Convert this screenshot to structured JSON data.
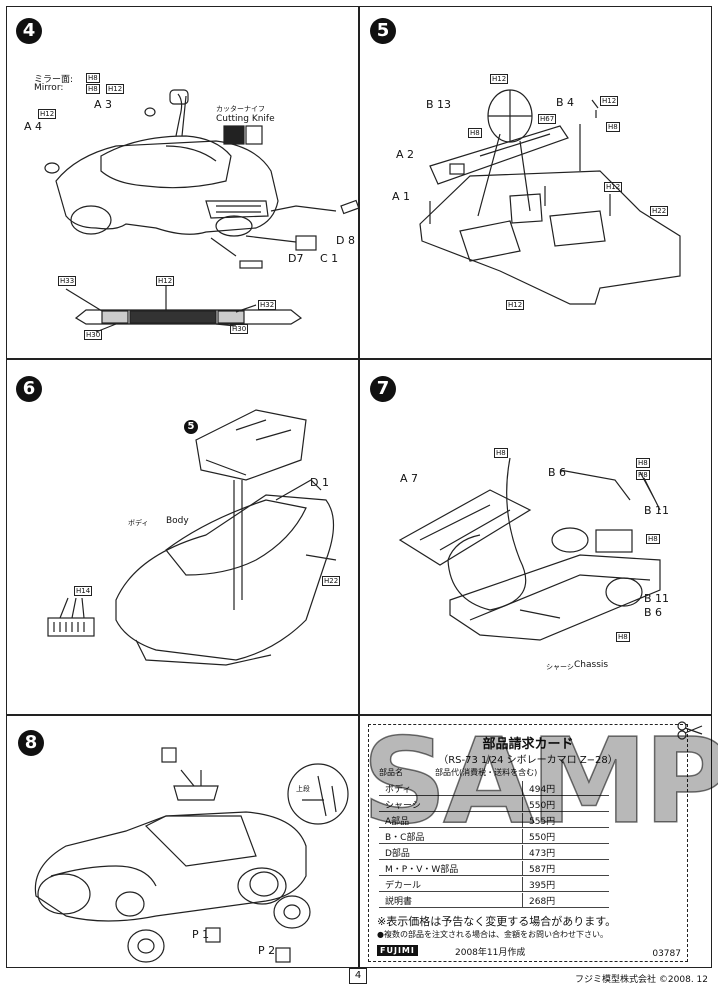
{
  "steps": {
    "s4": {
      "number": "4",
      "mirror_jp": "ミラー面:",
      "mirror_en": "Mirror:",
      "h8": "H8",
      "h12": "H12",
      "a3": "A 3",
      "a4": "A 4",
      "cutting_jp": "カッターナイフ",
      "cutting_en": "Cutting Knife",
      "d8": "D 8",
      "d7": "D7",
      "c1": "C 1",
      "h33": "H33",
      "h32": "H32",
      "h30": "H30"
    },
    "s5": {
      "number": "5",
      "h12": "H12",
      "b13": "B 13",
      "h8": "H8",
      "h67": "H67",
      "b4": "B 4",
      "a2": "A 2",
      "a1": "A 1",
      "h22": "H22"
    },
    "s6": {
      "number": "6",
      "ref": "5",
      "d1": "D 1",
      "body_jp": "ボディ",
      "body_en": "Body",
      "h14": "H14",
      "h22": "H22"
    },
    "s7": {
      "number": "7",
      "h8": "H8",
      "b6": "B 6",
      "a7": "A 7",
      "b11": "B 11",
      "chassis_jp": "シャーシ",
      "chassis_en": "Chassis"
    },
    "s8": {
      "number": "8",
      "up_jp": "上段",
      "p1": "P 1",
      "p2": "P 2"
    }
  },
  "card": {
    "title": "部品請求カード",
    "subtitle": "（RS-73 1/24 シボレーカマロ Z−28）",
    "col_header": "部品名　　　　部品代(消費税・送料を含む)",
    "rows": [
      {
        "name": "ボディ",
        "price": "494円"
      },
      {
        "name": "シャーシ",
        "price": "550円"
      },
      {
        "name": "A部品",
        "price": "555円"
      },
      {
        "name": "B・C部品",
        "price": "550円"
      },
      {
        "name": "D部品",
        "price": "473円"
      },
      {
        "name": "M・P・V・W部品",
        "price": "587円"
      },
      {
        "name": "デカール",
        "price": "395円"
      },
      {
        "name": "説明書",
        "price": "268円"
      }
    ],
    "note1": "※表示価格は予告なく変更する場合があります。",
    "note2": "●複数の部品を注文される場合は、金額をお問い合わせ下さい。",
    "brand": "FUJIMI",
    "date": "2008年11月作成",
    "code": "03787"
  },
  "watermark": "SAMPLE",
  "page_number": "4",
  "footer": "フジミ模型株式会社 ©2008. 12"
}
